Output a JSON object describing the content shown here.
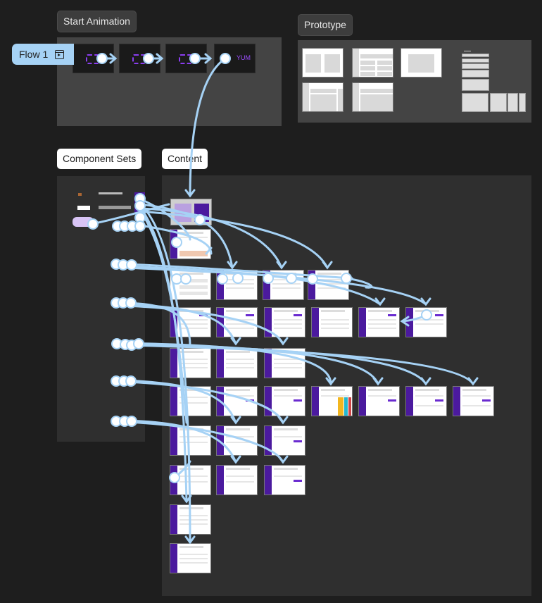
{
  "canvas": {
    "background": "#1e1e1e",
    "accent_color": "#a6d2f5",
    "brand_purple": "#4b1a9e"
  },
  "sections": {
    "start_animation": {
      "label": "Start Animation"
    },
    "prototype": {
      "label": "Prototype"
    },
    "component_sets": {
      "label": "Component Sets"
    },
    "content": {
      "label": "Content"
    }
  },
  "flow": {
    "label": "Flow 1",
    "icon": "play-frame-icon"
  },
  "animation_frames": [
    {
      "text": ""
    },
    {
      "text": ""
    },
    {
      "text": ""
    },
    {
      "text": "YUM"
    }
  ]
}
